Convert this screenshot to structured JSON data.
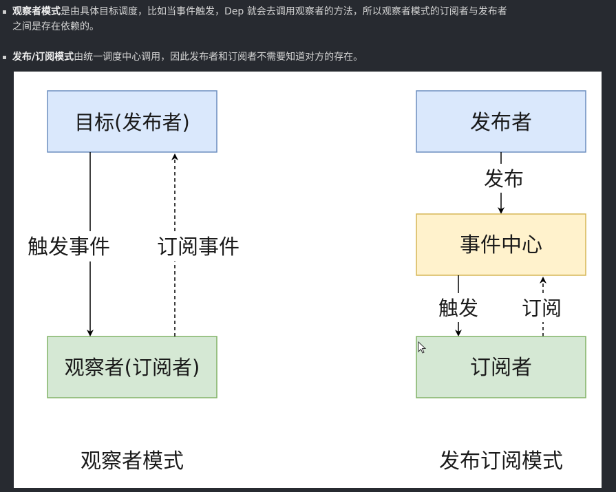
{
  "bullets": [
    {
      "bold": "观察者模式",
      "rest_line1": "是由具体目标调度，比如当事件触发，Dep 就会去调用观察者的方法，所以观察者模式的订阅者与发布者",
      "rest_line2": "之间是存在依赖的。"
    },
    {
      "bold": "发布/订阅模式",
      "rest_line1": "由统一调度中心调用，因此发布者和订阅者不需要知道对方的存在。"
    }
  ],
  "observer": {
    "subject_box": "目标(发布者)",
    "observer_box": "观察者(订阅者)",
    "trigger_label": "触发事件",
    "subscribe_label": "订阅事件",
    "caption": "观察者模式"
  },
  "pubsub": {
    "publisher_box": "发布者",
    "center_box": "事件中心",
    "subscriber_box": "订阅者",
    "publish_label": "发布",
    "trigger_label": "触发",
    "subscribe_label": "订阅",
    "caption": "发布订阅模式"
  },
  "colors": {
    "blue_fill": "#dae8fc",
    "blue_stroke": "#6c8ebf",
    "yellow_fill": "#fff2cc",
    "yellow_stroke": "#d6b656",
    "green_fill": "#d5e8d4",
    "green_stroke": "#82b366"
  }
}
